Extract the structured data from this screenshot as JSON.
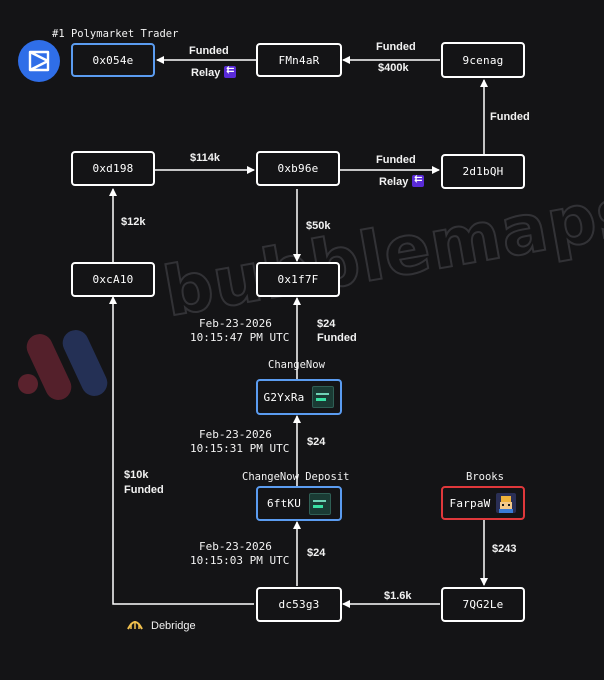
{
  "brand_colors": {
    "background": "#141416",
    "node_border": "#ffffff",
    "highlight_blue": "#5b9cf0",
    "highlight_red": "#e0383b",
    "polymarket_blue": "#2f6ee8",
    "relay_purple": "#5a2bd8"
  },
  "watermark": {
    "text": "bubblemaps",
    "icon": "bubblemaps-logo-icon"
  },
  "header": {
    "title": "#1 Polymarket Trader",
    "icon": "polymarket-logo-icon"
  },
  "nodes": {
    "n0x054e": "0x054e",
    "fmn4ar": "FMn4aR",
    "n9cenag": "9cenag",
    "n0xd198": "0xd198",
    "n0xb96e": "0xb96e",
    "n2d1bqh": "2d1bQH",
    "n0xca10": "0xcA10",
    "n0x1f7f": "0x1f7F",
    "g2yxra": "G2YxRa",
    "n6ftku": "6ftKU",
    "farpaw": "FarpaW",
    "dc53g3": "dc53g3",
    "n7qg2le": "7QG2Le"
  },
  "node_headers": {
    "changenow": "ChangeNow",
    "changenow_deposit": "ChangeNow Deposit",
    "brooks": "Brooks"
  },
  "edges": {
    "fmn4ar_to_0x054e_1": "Funded",
    "fmn4ar_to_0x054e_2": "Relay",
    "n9cenag_to_fmn4ar_1": "Funded",
    "n9cenag_to_fmn4ar_2": "$400k",
    "n2d1bqh_to_9cenag": "Funded",
    "n0xd198_to_0xb96e": "$114k",
    "n0xb96e_to_2d1bqh_1": "Funded",
    "n0xb96e_to_2d1bqh_2": "Relay",
    "n0xca10_to_0xd198": "$12k",
    "n0xb96e_to_0x1f7f": "$50k",
    "g2yxra_to_0x1f7f_1": "$24",
    "g2yxra_to_0x1f7f_2": "Funded",
    "n6ftku_to_g2yxra": "$24",
    "dc53g3_to_6ftku": "$24",
    "dc53g3_to_0xca10_1": "$10k",
    "dc53g3_to_0xca10_2": "Funded",
    "farpaw_to_7qg2le": "$243",
    "n7qg2le_to_dc53g3": "$1.6k"
  },
  "timestamps": {
    "ts1_date": "Feb-23-2026",
    "ts1_time": "10:15:47 PM UTC",
    "ts2_date": "Feb-23-2026",
    "ts2_time": "10:15:31 PM UTC",
    "ts3_date": "Feb-23-2026",
    "ts3_time": "10:15:03 PM UTC"
  },
  "bridge": {
    "label": "Debridge",
    "icon": "debridge-icon"
  }
}
